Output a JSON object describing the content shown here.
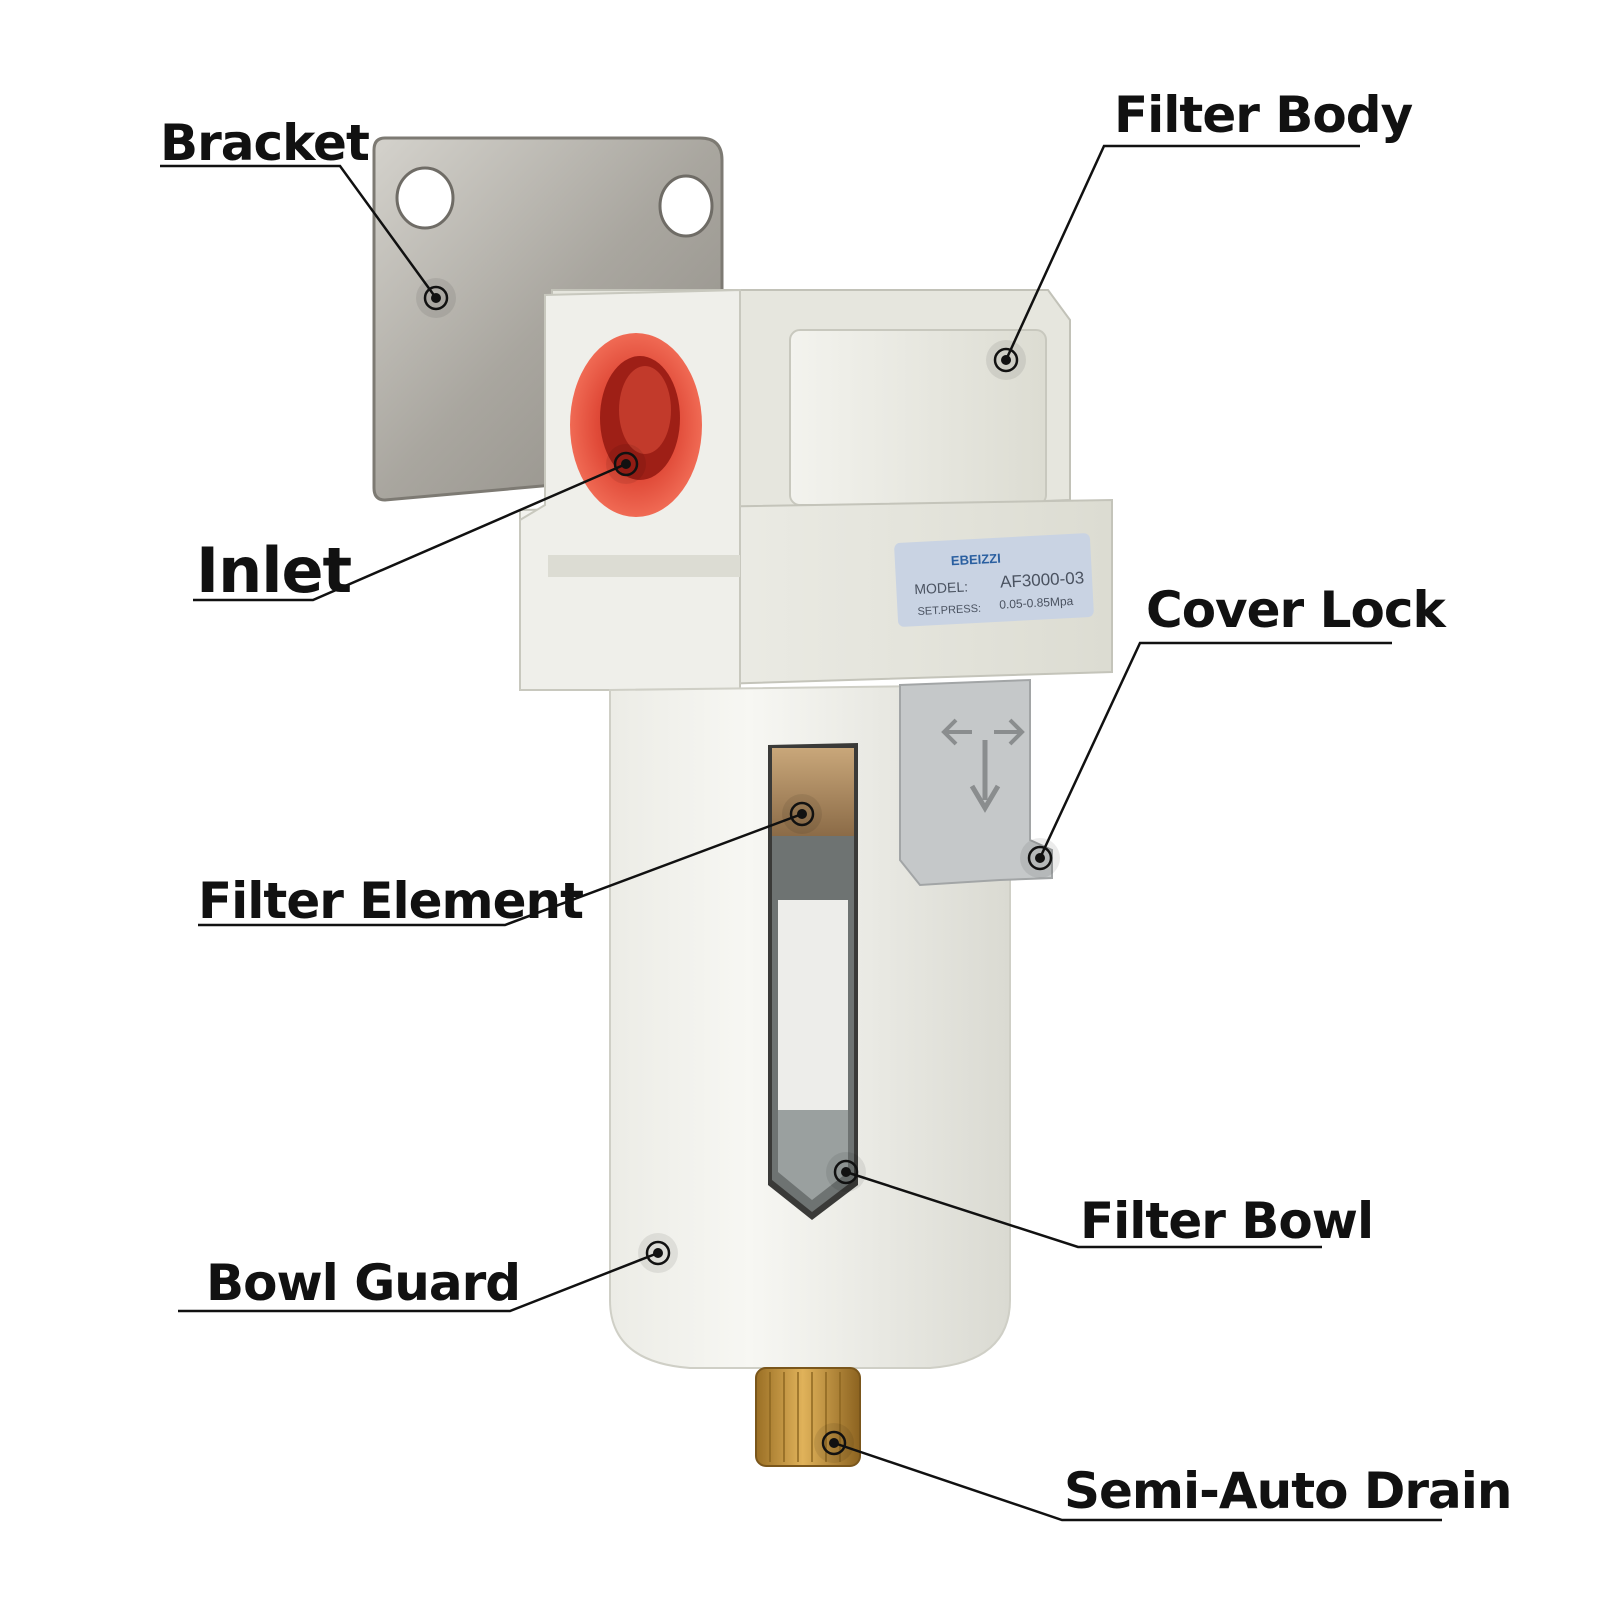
{
  "product": {
    "brand": "EBEIZZI",
    "label": {
      "model_key": "MODEL:",
      "model_value": "AF3000-03",
      "press_key": "SET.PRESS:",
      "press_value": "0.05-0.85Mpa"
    }
  },
  "callouts": {
    "bracket": "Bracket",
    "filter_body": "Filter Body",
    "inlet": "Inlet",
    "cover_lock": "Cover Lock",
    "filter_element": "Filter Element",
    "filter_bowl": "Filter Bowl",
    "bowl_guard": "Bowl Guard",
    "semi_auto_drain": "Semi-Auto Drain"
  },
  "colors": {
    "body": "#e9e9e1",
    "bracket": "#b9b6ad",
    "inlet": "#e8503f",
    "brass": "#c8973e",
    "lock": "#c9cbcc",
    "text": "#111111"
  }
}
